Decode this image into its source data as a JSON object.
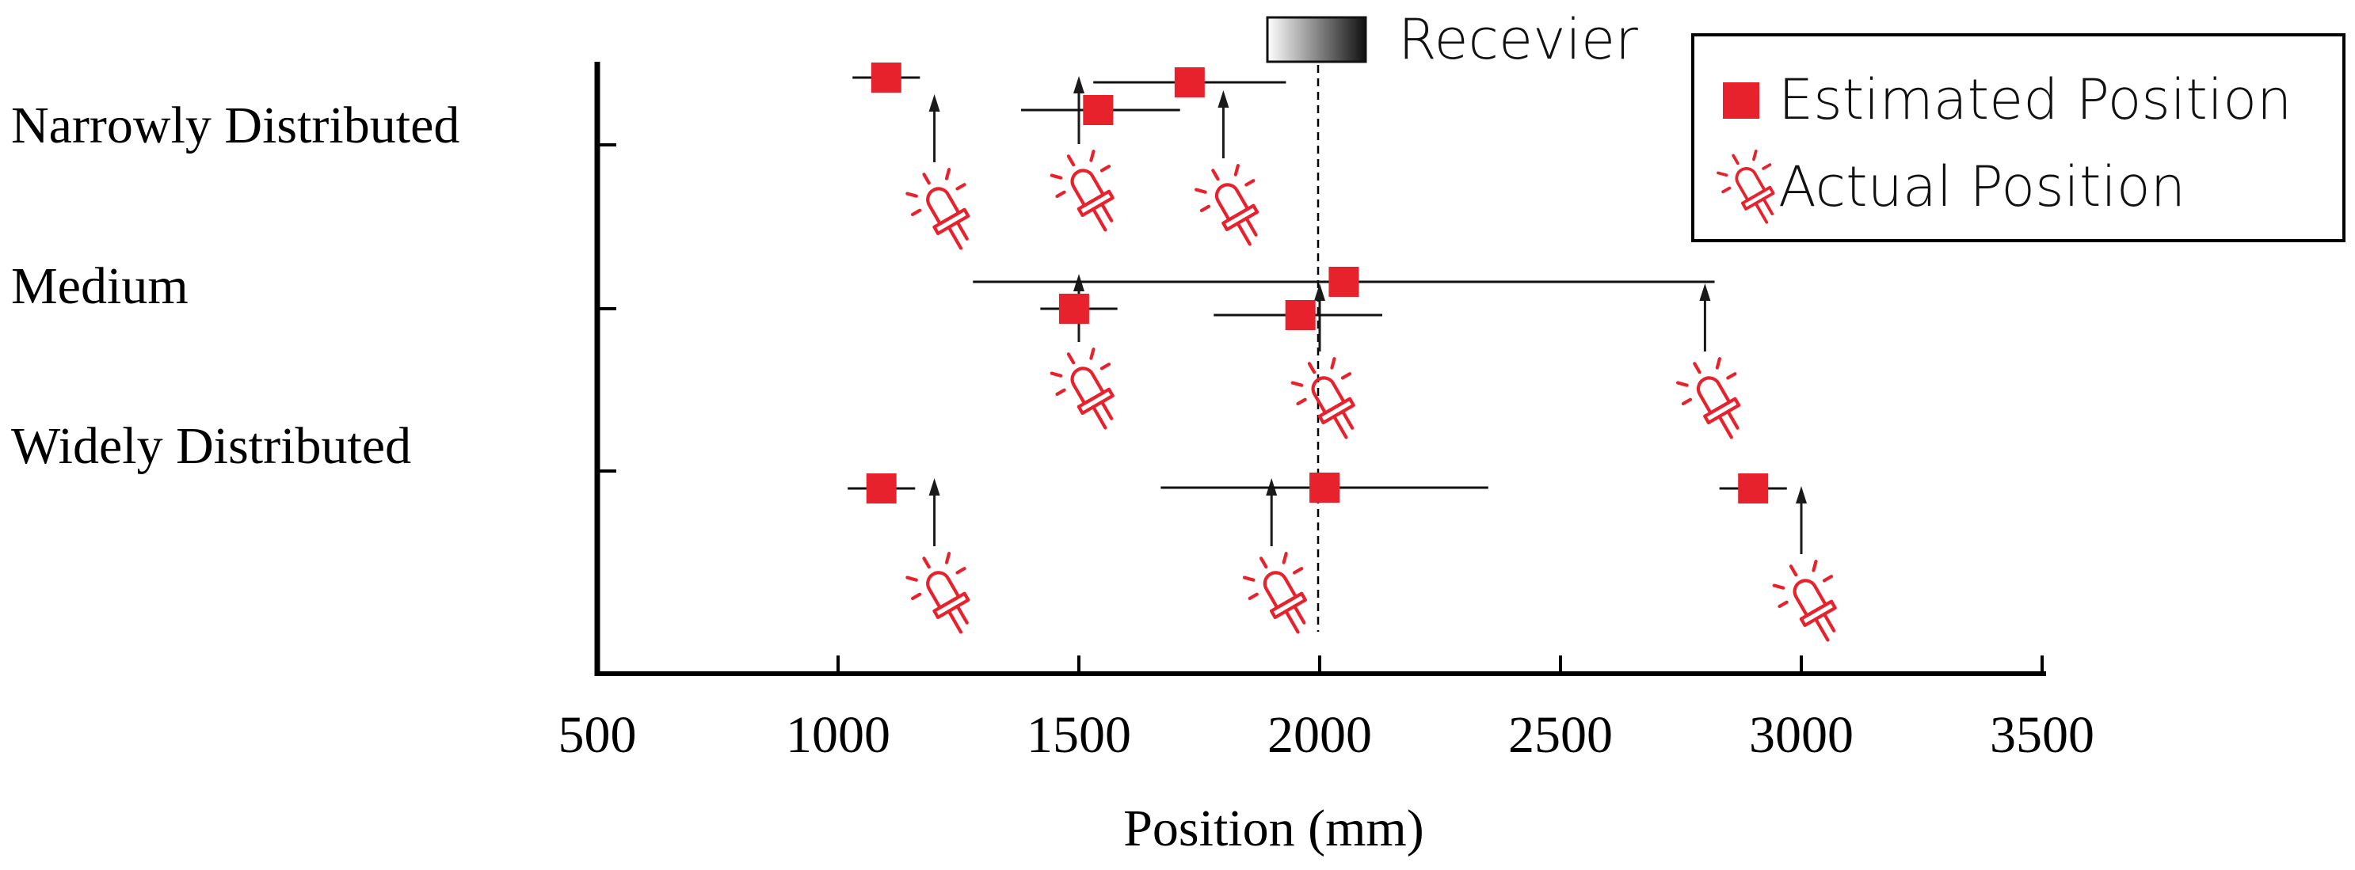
{
  "chart_data": {
    "type": "scatter",
    "xlabel": "Position (mm)",
    "xlim": [
      500,
      3500
    ],
    "xticks": [
      500,
      1000,
      1500,
      2000,
      2500,
      3000,
      3500
    ],
    "categories": [
      "Narrowly Distributed",
      "Medium",
      "Widely Distributed"
    ],
    "receiver": {
      "label": "Recevier",
      "x": 2000
    },
    "legend": {
      "position": "top-right",
      "entries": [
        "Estimated Position",
        "Actual Position"
      ]
    },
    "colors": {
      "estimated": "#e8222c",
      "actual": "#e8222c",
      "axis": "#000000",
      "arrow": "#1a1a1a"
    },
    "series": [
      {
        "name": "Estimated Position",
        "points": [
          {
            "category": "Narrowly Distributed",
            "x": 1100,
            "err": [
              1030,
              1170
            ]
          },
          {
            "category": "Narrowly Distributed",
            "x": 1540,
            "err": [
              1380,
              1710
            ]
          },
          {
            "category": "Narrowly Distributed",
            "x": 1730,
            "err": [
              1530,
              1930
            ]
          },
          {
            "category": "Medium",
            "x": 1490,
            "err": [
              1420,
              1580
            ]
          },
          {
            "category": "Medium",
            "x": 1960,
            "err": [
              1780,
              2130
            ]
          },
          {
            "category": "Medium",
            "x": 2050,
            "err": [
              1280,
              2820
            ]
          },
          {
            "category": "Widely Distributed",
            "x": 1090,
            "err": [
              1020,
              1160
            ]
          },
          {
            "category": "Widely Distributed",
            "x": 2010,
            "err": [
              1670,
              2350
            ]
          },
          {
            "category": "Widely Distributed",
            "x": 2900,
            "err": [
              2830,
              2970
            ]
          }
        ]
      },
      {
        "name": "Actual Position",
        "points": [
          {
            "category": "Narrowly Distributed",
            "x": 1200
          },
          {
            "category": "Narrowly Distributed",
            "x": 1500
          },
          {
            "category": "Narrowly Distributed",
            "x": 1800
          },
          {
            "category": "Medium",
            "x": 1500
          },
          {
            "category": "Medium",
            "x": 2000
          },
          {
            "category": "Medium",
            "x": 2800
          },
          {
            "category": "Widely Distributed",
            "x": 1200
          },
          {
            "category": "Widely Distributed",
            "x": 1900
          },
          {
            "category": "Widely Distributed",
            "x": 3000
          }
        ]
      }
    ]
  }
}
